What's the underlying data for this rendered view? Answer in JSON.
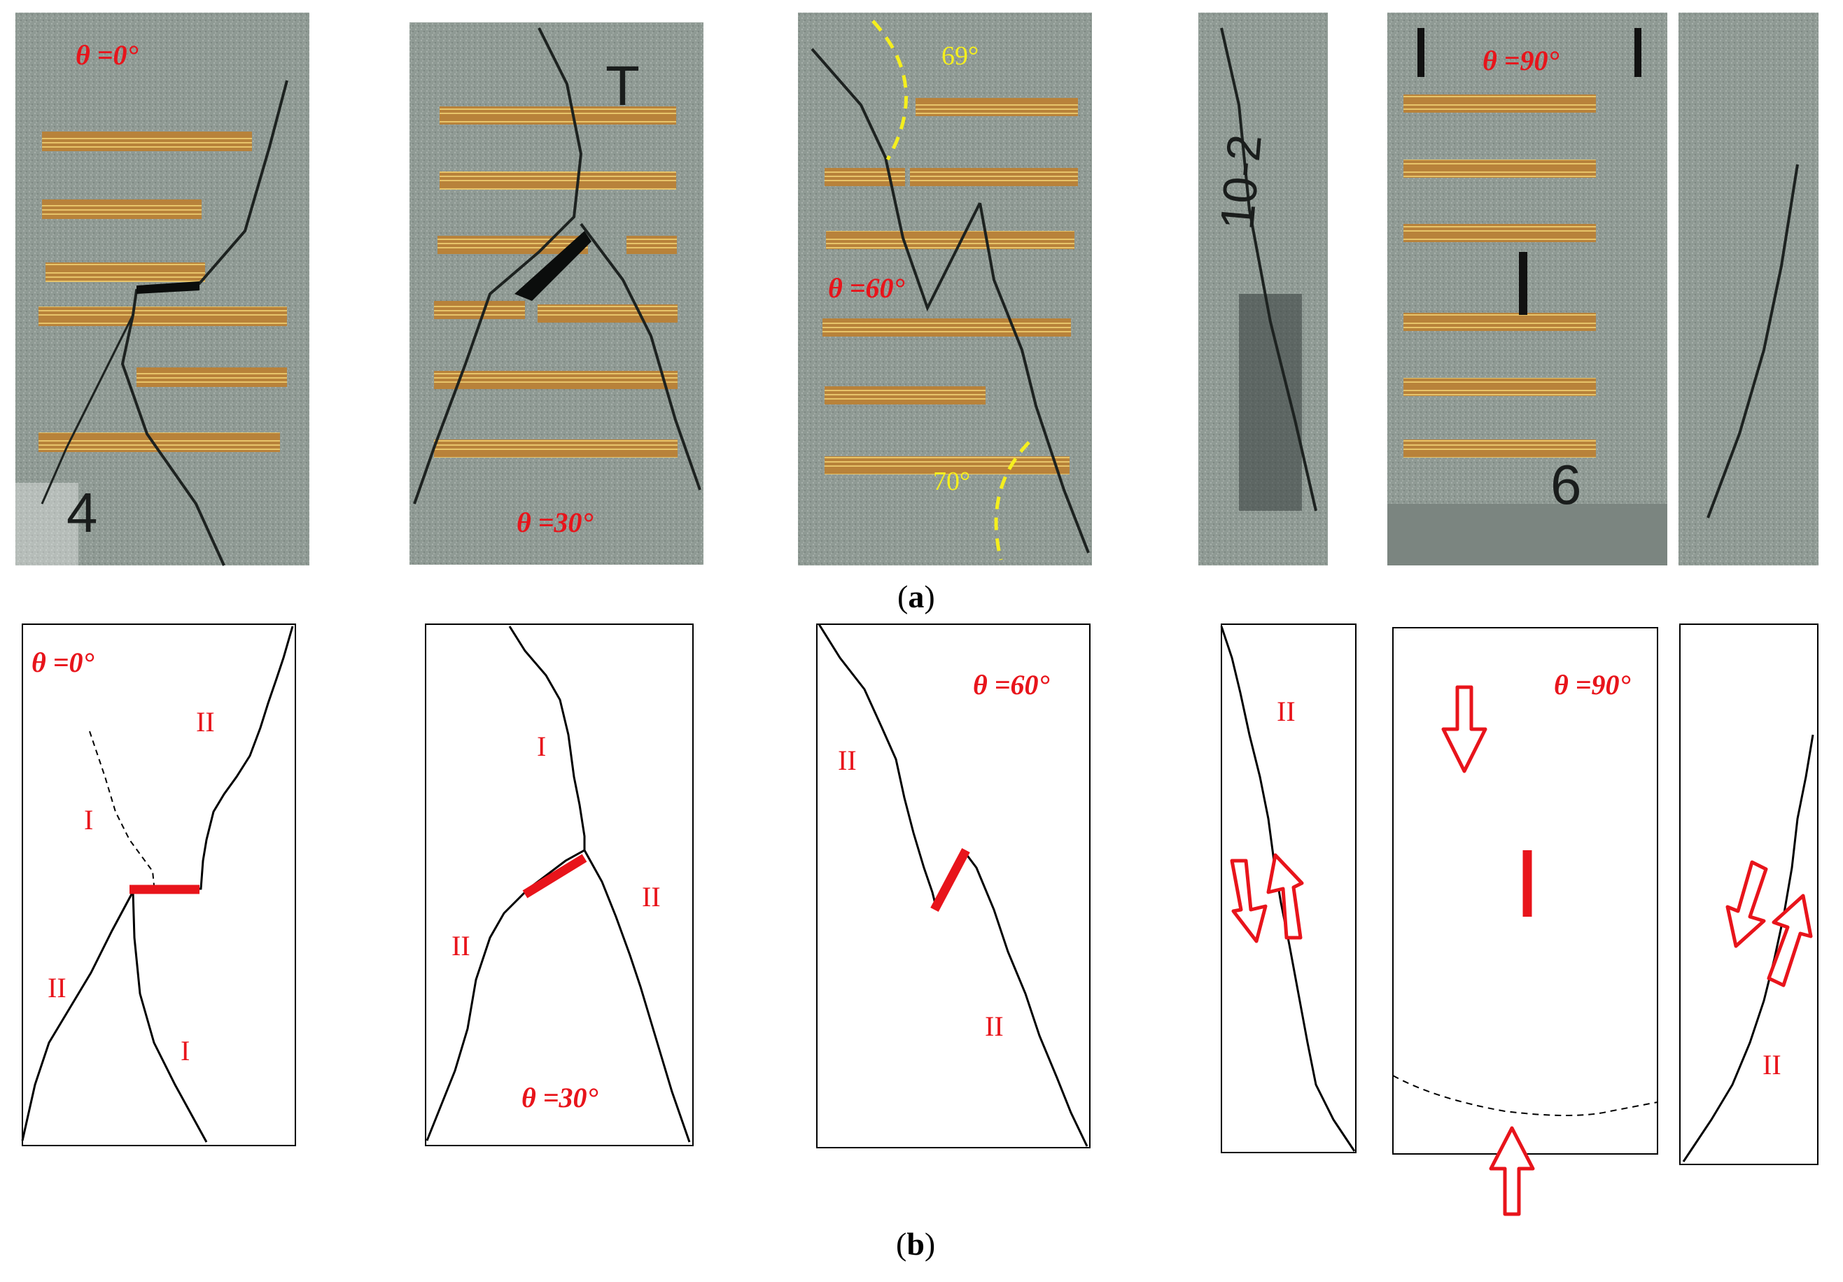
{
  "figure": {
    "caption_a": "(a)",
    "caption_a_letter": "a",
    "caption_b": "(b)",
    "caption_b_letter": "b"
  },
  "photos": {
    "p0": {
      "angle_label": "θ =0°",
      "marking": "4"
    },
    "p30": {
      "angle_label": "θ =30°",
      "marking": "T"
    },
    "p60": {
      "angle_label": "θ =60°",
      "annotation_top": "69°",
      "annotation_bottom": "70°"
    },
    "p90": {
      "angle_label": "θ =90°",
      "side_marking": "10-2",
      "marking": "6"
    }
  },
  "sketches": {
    "s0": {
      "angle_label": "θ =0°",
      "regions": [
        "II",
        "I",
        "II",
        "I"
      ]
    },
    "s30": {
      "angle_label": "θ =30°",
      "regions": [
        "I",
        "II",
        "II"
      ]
    },
    "s60": {
      "angle_label": "θ =60°",
      "regions": [
        "II",
        "II"
      ]
    },
    "s90": {
      "angle_label": "θ =90°",
      "regions": [
        "II",
        "II"
      ]
    }
  },
  "colors": {
    "crack_red": "#e8141b",
    "annotation_yellow": "#f5ef1e",
    "rock_grey": "#8f9a94",
    "gauge_gold": "#c99a3c"
  }
}
